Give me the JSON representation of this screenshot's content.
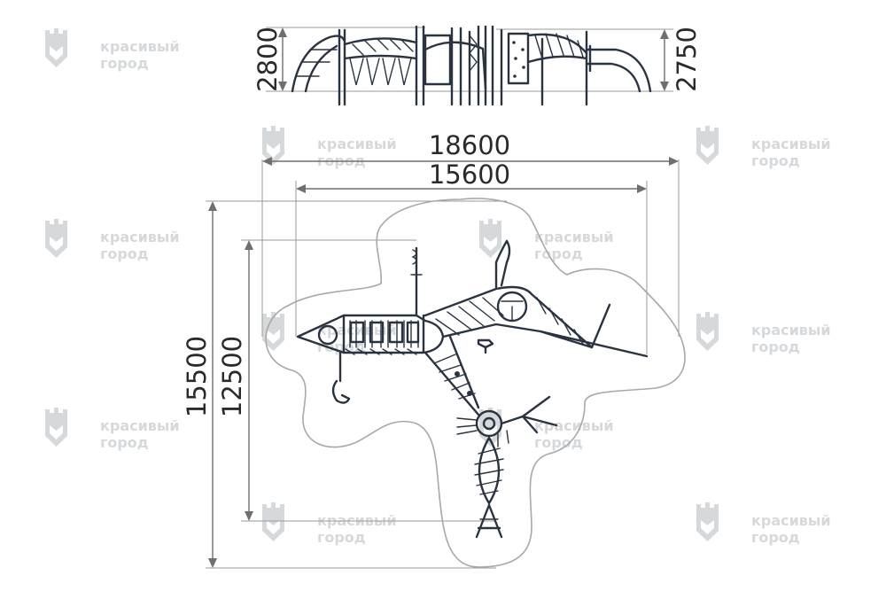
{
  "dimensions": {
    "height_left": "2800",
    "height_right": "2750",
    "overall_width": "18600",
    "equipment_width": "15600",
    "overall_length": "15500",
    "equipment_length": "12500"
  },
  "watermark": {
    "line1": "красивый",
    "line2": "город",
    "color": "#d6d9dc"
  },
  "colors": {
    "equipment": "#2a3340",
    "dimension_line": "#6f6f6f",
    "safety_zone": "#a8a8a8"
  }
}
